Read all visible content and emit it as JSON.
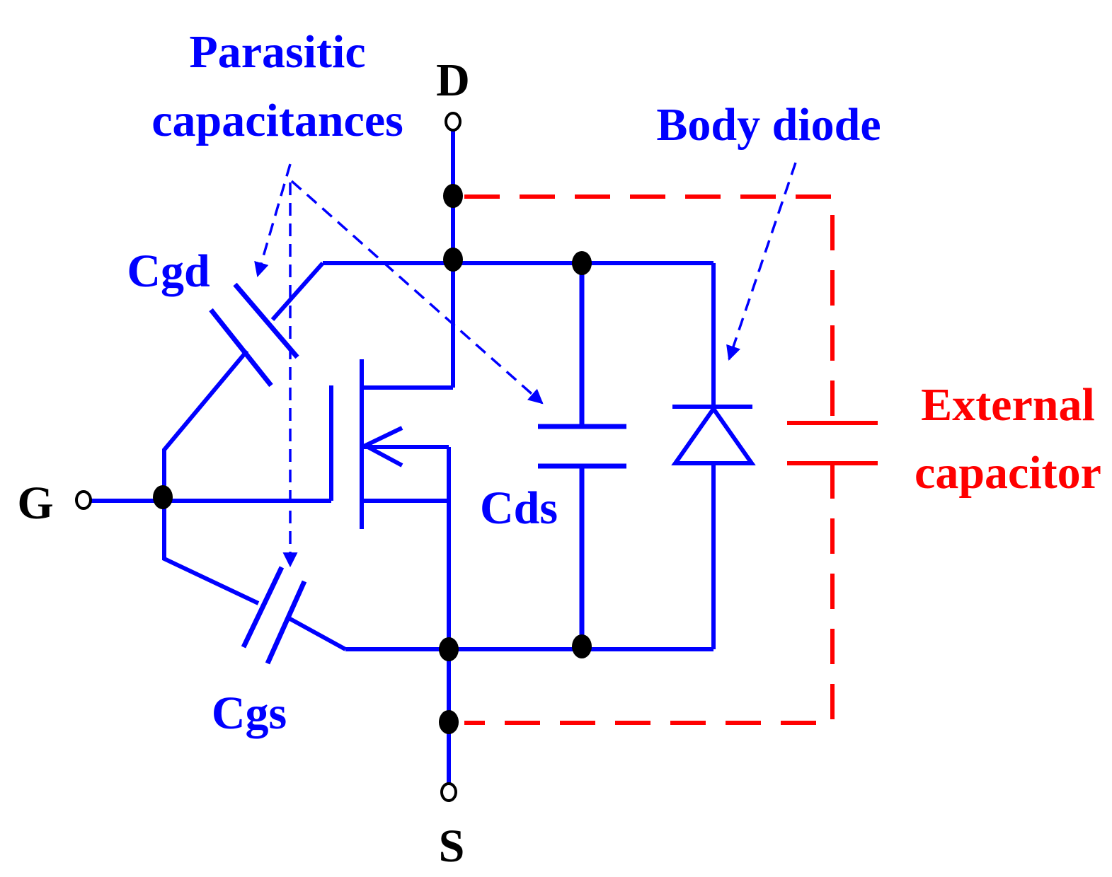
{
  "colors": {
    "circuit": "#0000ff",
    "external": "#ff0000",
    "terminal_label": "#000000",
    "background": "#ffffff"
  },
  "terminals": {
    "drain": "D",
    "gate": "G",
    "source": "S"
  },
  "labels": {
    "parasitic_line1": "Parasitic",
    "parasitic_line2": "capacitances",
    "body_diode": "Body diode",
    "cgd": "Cgd",
    "cgs": "Cgs",
    "cds": "Cds",
    "external_line1": "External",
    "external_line2": "capacitor"
  }
}
